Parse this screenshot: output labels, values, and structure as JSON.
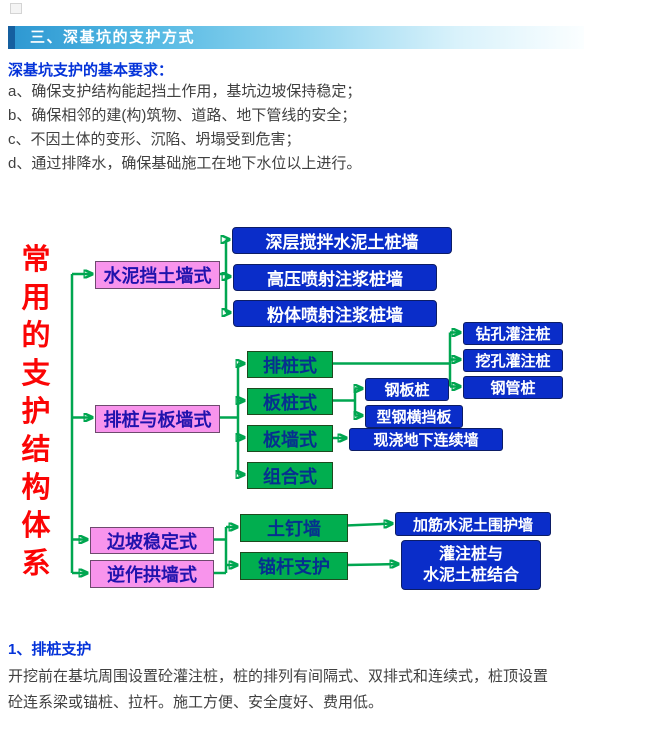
{
  "header": {
    "title": "三、深基坑的支护方式"
  },
  "intro": {
    "heading": "深基坑支护的基本要求：",
    "items": [
      "a、确保支护结构能起挡土作用，基坑边坡保持稳定；",
      "b、确保相邻的建(构)筑物、道路、地下管线的安全；",
      "c、不因土体的变形、沉陷、坍塌受到危害；",
      "d、通过排降水，确保基础施工在地下水位以上进行。"
    ]
  },
  "diagram": {
    "root_label": "常用的支护结构体系",
    "level1": [
      "水泥挡土墙式",
      "排桩与板墙式",
      "边坡稳定式",
      "逆作拱墙式"
    ],
    "cement_wall_children": [
      "深层搅拌水泥土桩墙",
      "高压喷射注浆桩墙",
      "粉体喷射注浆桩墙"
    ],
    "pile_slab_children": [
      "排桩式",
      "板桩式",
      "板墙式",
      "组合式"
    ],
    "pile_row_types": [
      "钻孔灌注桩",
      "挖孔灌注桩",
      "钢管桩"
    ],
    "sheet_pile_types": [
      "钢板桩",
      "型钢横挡板"
    ],
    "slab_wall_types": [
      "现浇地下连续墙"
    ],
    "slope_children": [
      "土钉墙",
      "锚杆支护"
    ],
    "soil_nail_child": "加筋水泥土围护墙",
    "anchor_child": [
      "灌注桩与",
      "水泥土桩结合"
    ],
    "colors": {
      "category_pink": "#f894ec",
      "mid_green": "#01ae4f",
      "leaf_blue": "#0a2dc9",
      "connector_green": "#00a650",
      "root_red": "#fb0505"
    }
  },
  "section1": {
    "heading": "1、排桩支护",
    "body": "开挖前在基坑周围设置砼灌注桩，桩的排列有间隔式、双排式和连续式，桩顶设置砼连系梁或锚桩、拉杆。施工方便、安全度好、费用低。"
  },
  "colors": {
    "heading_blue": "#0433d9",
    "body_text": "#404040"
  }
}
